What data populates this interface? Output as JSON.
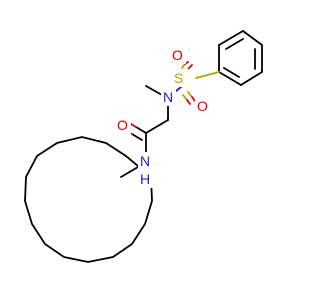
{
  "molecule": {
    "atoms": {
      "sulfonyl_sulfur": "S",
      "sulfonyl_oxygen_top": "O",
      "sulfonyl_oxygen_bottom": "O",
      "sulfonamide_nitrogen": "N",
      "carbonyl_oxygen": "O",
      "amide_nitrogen": "N",
      "amide_hydrogen": "H"
    },
    "colors": {
      "carbon_bond": "#000000",
      "oxygen": "#e00000",
      "nitrogen": "#2020d0",
      "sulfur": "#b8a000"
    }
  }
}
